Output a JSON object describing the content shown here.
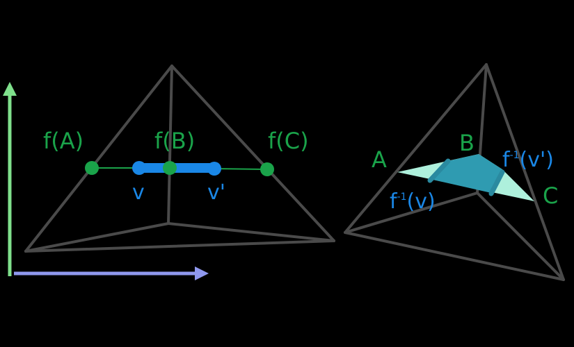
{
  "colors": {
    "background": "#000000",
    "edge": "#4a4a4a",
    "green": "#1aa34a",
    "blue": "#1a87e6",
    "axis_vertical": "#7fe08c",
    "axis_horizontal": "#8f98ee",
    "slice_light": "#aef0dc",
    "slice_dark": "#2f9bb1"
  },
  "left_panel": {
    "labels": {
      "fA": "f(A)",
      "fB": "f(B)",
      "fC": "f(C)",
      "v": "v",
      "v_prime": "v'"
    }
  },
  "right_panel": {
    "labels": {
      "A": "A",
      "B": "B",
      "C": "C",
      "finv_base": "f",
      "finv_sup": "-1",
      "finv_v_arg": "(v)",
      "finv_vp_arg": "(v')"
    }
  }
}
